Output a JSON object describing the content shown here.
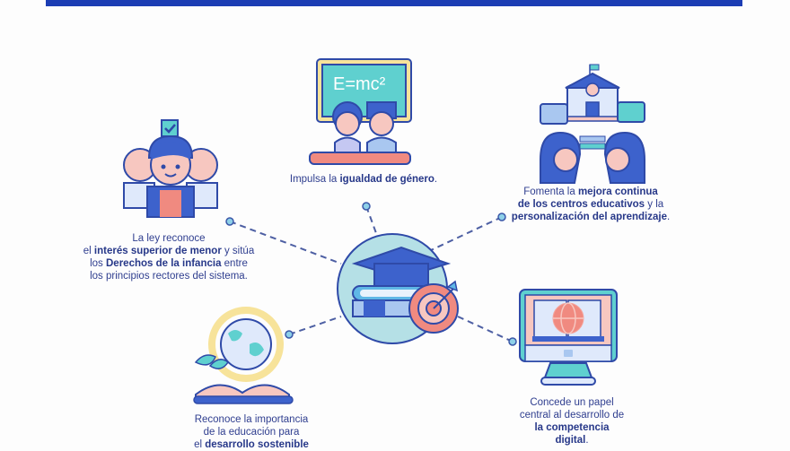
{
  "header": {
    "bar_color": "#1c3db4"
  },
  "colors": {
    "text": "#2f3e8f",
    "outline": "#2f4aa8",
    "blue": "#3d62cc",
    "light_blue": "#a9c7f0",
    "teal": "#5fd0cf",
    "pink": "#f2b9b0",
    "salmon": "#f08a80",
    "yellow": "#f7e39a",
    "hub_bg": "#b5e0e6"
  },
  "center": {
    "icon": "graduation-cap-books-target-icon"
  },
  "items": [
    {
      "id": "gender-equality",
      "icon": "blackboard-students-icon",
      "blackboard_text": "E=mc²",
      "parts": [
        {
          "t": "Impulsa la ",
          "b": false
        },
        {
          "t": "igualdad de género",
          "b": true
        },
        {
          "t": ".",
          "b": false
        }
      ]
    },
    {
      "id": "best-interest-minor",
      "icon": "children-checkbox-icon",
      "lines": [
        [
          {
            "t": "La ley reconoce",
            "b": false
          }
        ],
        [
          {
            "t": "el ",
            "b": false
          },
          {
            "t": "interés superior de menor",
            "b": true
          },
          {
            "t": " y sitúa",
            "b": false
          }
        ],
        [
          {
            "t": "los ",
            "b": false
          },
          {
            "t": "Derechos de la infancia",
            "b": true
          },
          {
            "t": " entre",
            "b": false
          }
        ],
        [
          {
            "t": "los principios rectores del sistema.",
            "b": false
          }
        ]
      ]
    },
    {
      "id": "continuous-improvement",
      "icon": "school-dialogue-icon",
      "lines": [
        [
          {
            "t": "Fomenta la ",
            "b": false
          },
          {
            "t": "mejora continua",
            "b": true
          }
        ],
        [
          {
            "t": "de los centros educativos",
            "b": true
          },
          {
            "t": " y la",
            "b": false
          }
        ],
        [
          {
            "t": "personalización del aprendizaje",
            "b": true
          },
          {
            "t": ".",
            "b": false
          }
        ]
      ]
    },
    {
      "id": "sustainable-development",
      "icon": "globe-leaves-book-icon",
      "lines": [
        [
          {
            "t": "Reconoce la importancia",
            "b": false
          }
        ],
        [
          {
            "t": "de la educación para",
            "b": false
          }
        ],
        [
          {
            "t": "el ",
            "b": false
          },
          {
            "t": "desarrollo sostenible",
            "b": true
          }
        ]
      ]
    },
    {
      "id": "digital-competence",
      "icon": "monitor-book-globe-icon",
      "lines": [
        [
          {
            "t": "Concede un papel",
            "b": false
          }
        ],
        [
          {
            "t": "central al desarrollo de",
            "b": false
          }
        ],
        [
          {
            "t": "la competencia",
            "b": true
          }
        ],
        [
          {
            "t": "digital",
            "b": true
          },
          {
            "t": ".",
            "b": false
          }
        ]
      ]
    }
  ]
}
